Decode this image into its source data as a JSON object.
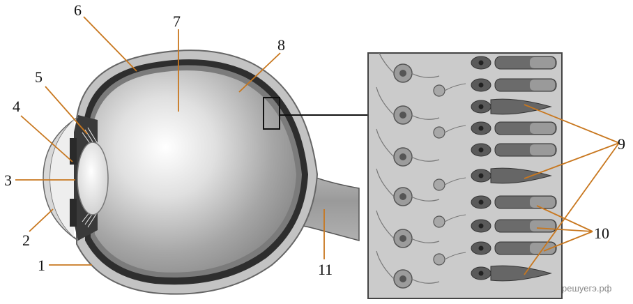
{
  "labels": {
    "l1": "1",
    "l2": "2",
    "l3": "3",
    "l4": "4",
    "l5": "5",
    "l6": "6",
    "l7": "7",
    "l8": "8",
    "l9": "9",
    "l10": "10",
    "l11": "11"
  },
  "watermark": "решуегэ.рф",
  "colors": {
    "leader": "#c8771e",
    "sclera": "#bdbdbd",
    "choroid": "#2b2b2b",
    "vitreous_light": "#f2f2f2",
    "vitreous_dark": "#8e8e8e",
    "panel_bg": "#c9c9c9",
    "cell_dark": "#4a4a4a"
  }
}
